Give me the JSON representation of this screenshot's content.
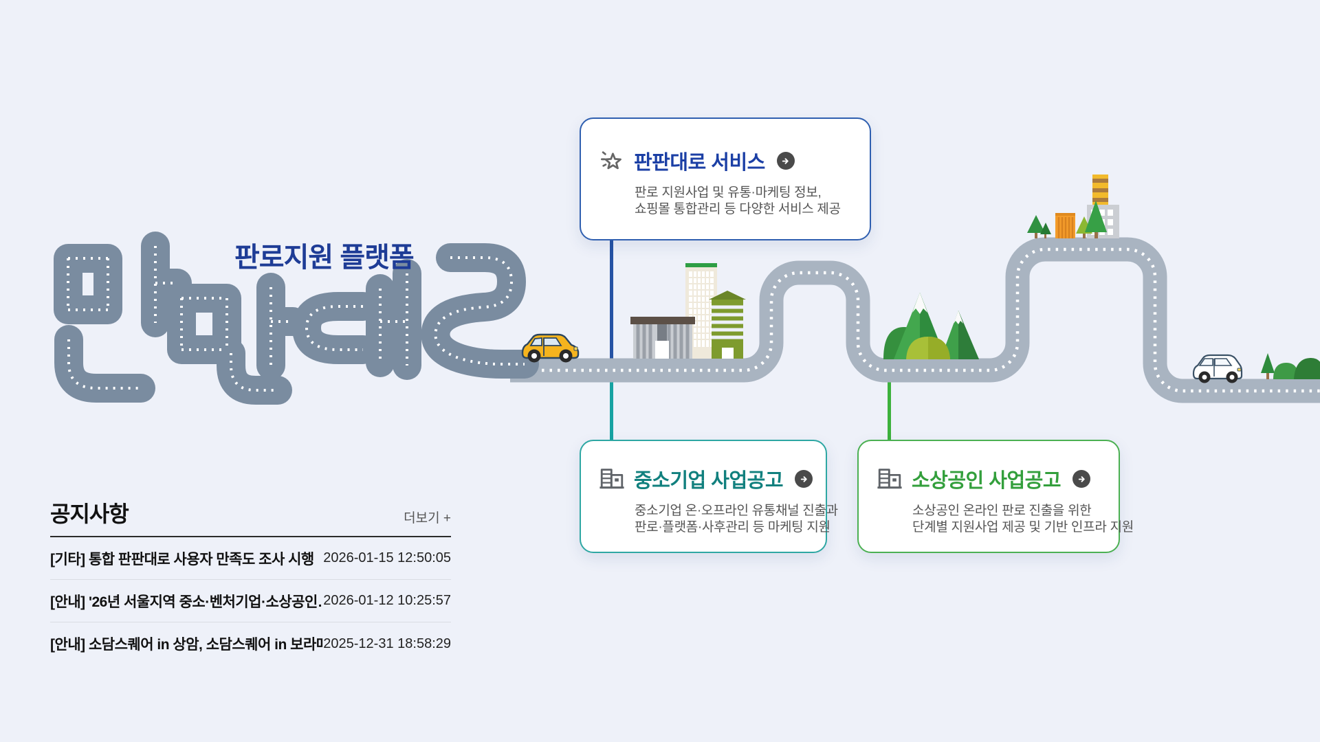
{
  "page": {
    "background": "#EEF1F9"
  },
  "brand": {
    "tagline": "판로지원 플랫폼",
    "logo_text": "판판대로",
    "colors": {
      "logo_road": "#7A8CA0",
      "main_road": "#A9B4C1",
      "tagline_navy": "#1E3C96"
    }
  },
  "cards": {
    "service": {
      "title": "판판대로 서비스",
      "desc_line1": "판로 지원사업 및 유통·마케팅 정보,",
      "desc_line2": "쇼핑몰 통합관리 등 다양한 서비스 제공",
      "icon": "sparkle-star-icon",
      "accent": "#1B3FA5",
      "border": "#2F5FB0",
      "connector": "#2653A4"
    },
    "sme": {
      "title": "중소기업 사업공고",
      "desc_line1": "중소기업 온·오프라인 유통채널 진출과",
      "desc_line2": "판로·플랫폼·사후관리 등 마케팅 지원",
      "icon": "building-icon",
      "accent": "#11807E",
      "border": "#2EA7A3",
      "connector": "#17A2A2"
    },
    "small_biz": {
      "title": "소상공인 사업공고",
      "desc_line1": "소상공인 온라인 판로 진출을 위한",
      "desc_line2": "단계별 지원사업 제공 및 기반 인프라 지원",
      "icon": "building-icon",
      "accent": "#339F3C",
      "border": "#4BB052",
      "connector": "#3CB13C"
    }
  },
  "notice": {
    "title": "공지사항",
    "more_label": "더보기 +",
    "items": [
      {
        "title": "[기타] 통합 판판대로 사용자 만족도 조사 시행",
        "datetime": "2026-01-15 12:50:05"
      },
      {
        "title": "[안내] '26년 서울지역 중소·벤처기업·소상공인…",
        "datetime": "2026-01-12 10:25:57"
      },
      {
        "title": "[안내] 소담스퀘어 in 상암, 소담스퀘어 in 보라매,…",
        "datetime": "2025-12-31 18:58:29"
      }
    ]
  }
}
